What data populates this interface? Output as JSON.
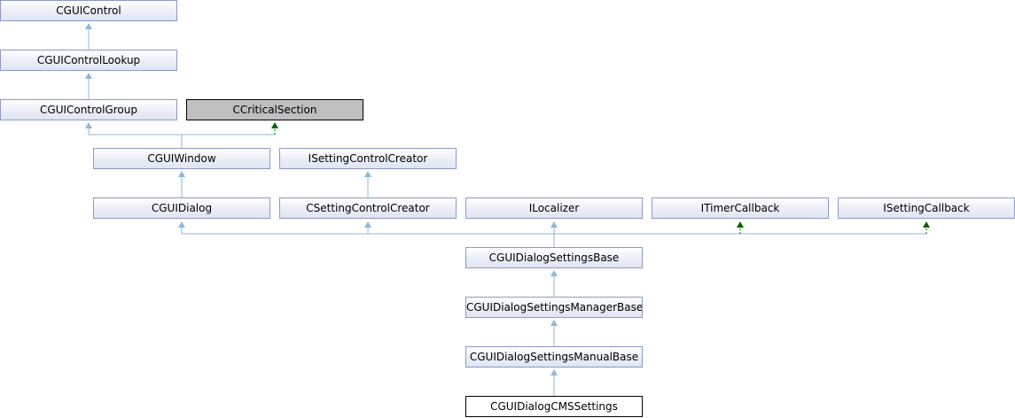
{
  "diagram": {
    "nodes": {
      "cguicontrol": "CGUIControl",
      "cguicontrollookup": "CGUIControlLookup",
      "cguicontrolgroup": "CGUIControlGroup",
      "ccriticalsection": "CCriticalSection",
      "cguiwindow": "CGUIWindow",
      "isettingcontrolcreator": "ISettingControlCreator",
      "cguidialog": "CGUIDialog",
      "csettingcontrolcreator": "CSettingControlCreator",
      "ilocalizer": "ILocalizer",
      "itimercallback": "ITimerCallback",
      "isettingcallback": "ISettingCallback",
      "cguidialogsettingsbase": "CGUIDialogSettingsBase",
      "cguidialogsettingsmanagerbase": "CGUIDialogSettingsManagerBase",
      "cguidialogsettingsmanualbase": "CGUIDialogSettingsManualBase",
      "cguidialogcmssettings": "CGUIDialogCMSSettings"
    },
    "edge_colors": {
      "public_inheritance": "#8fb9d9",
      "protected_inheritance": "#006400"
    }
  }
}
